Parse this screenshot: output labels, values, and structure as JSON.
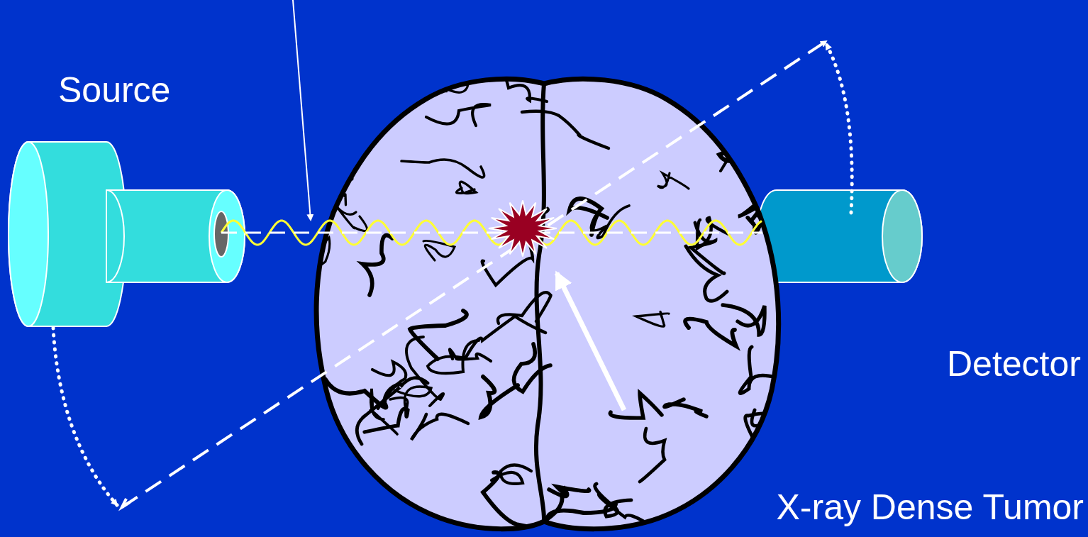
{
  "diagram": {
    "labels": [
      "Source",
      "Detector",
      "X-ray Dense Tumor"
    ]
  }
}
